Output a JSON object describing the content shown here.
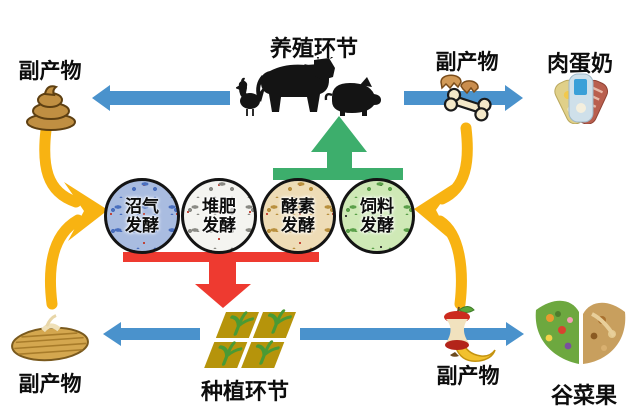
{
  "labels": {
    "breeding": "养殖环节",
    "planting": "种植环节",
    "byproduct_tl": "副产物",
    "byproduct_tr": "副产物",
    "byproduct_bl": "副产物",
    "byproduct_br": "副产物",
    "meat_egg_milk": "肉蛋奶",
    "grain_veg_fruit": "谷菜果"
  },
  "fermentation_circles": [
    {
      "name": "biogas",
      "line1": "沼气",
      "line2": "发酵"
    },
    {
      "name": "compost",
      "line1": "堆肥",
      "line2": "发酵"
    },
    {
      "name": "enzyme",
      "line1": "酵素",
      "line2": "发酵"
    },
    {
      "name": "feed",
      "line1": "饲料",
      "line2": "发酵"
    }
  ],
  "flows": [
    {
      "from": "breeding-livestock",
      "to": "byproduct-manure",
      "style": "blue-arrow-left"
    },
    {
      "from": "breeding-livestock",
      "to": "meat-egg-milk",
      "via": "byproduct-eggshell-bone",
      "style": "blue-arrow-right"
    },
    {
      "from": "planting-field",
      "to": "byproduct-straw",
      "style": "blue-arrow-left"
    },
    {
      "from": "planting-field",
      "to": "grain-veg-fruit",
      "via": "byproduct-food-scraps",
      "style": "blue-arrow-right"
    },
    {
      "from": "manure-and-straw",
      "to": "biogas-fermentation-circle",
      "style": "yellow-lightning-arrow"
    },
    {
      "from": "eggshell-bone-and-food-scraps",
      "to": "feed-fermentation-circle",
      "style": "yellow-lightning-arrow"
    },
    {
      "from": "enzyme-and-feed-fermentation",
      "to": "breeding-livestock",
      "style": "green-up-arrow"
    },
    {
      "from": "biogas-compost-enzyme-fermentation",
      "to": "planting-field",
      "style": "red-down-arrow"
    }
  ],
  "icons": [
    "manure-icon",
    "straw-bundle-icon",
    "eggshell-bone-icon",
    "apple-core-banana-icon",
    "chicken-icon",
    "cow-icon",
    "pig-icon",
    "field-icon",
    "meat-egg-milk-photo",
    "grain-vegetable-fruit-photo"
  ],
  "colors": {
    "blue": "#4a92cc",
    "green": "#3dae6c",
    "red": "#ee3a30",
    "yellow": "#f8b312",
    "speck": "#c0392b",
    "biogas_fill": "#a9bce0",
    "biogas_dot": "#4a6fbe",
    "compost_fill": "#f4f4f0",
    "compost_dot": "#8a8a84",
    "enzyme_fill": "#eedcb6",
    "enzyme_dot": "#b9903e",
    "feed_fill": "#cfe9b6",
    "feed_dot": "#5ba04a"
  }
}
